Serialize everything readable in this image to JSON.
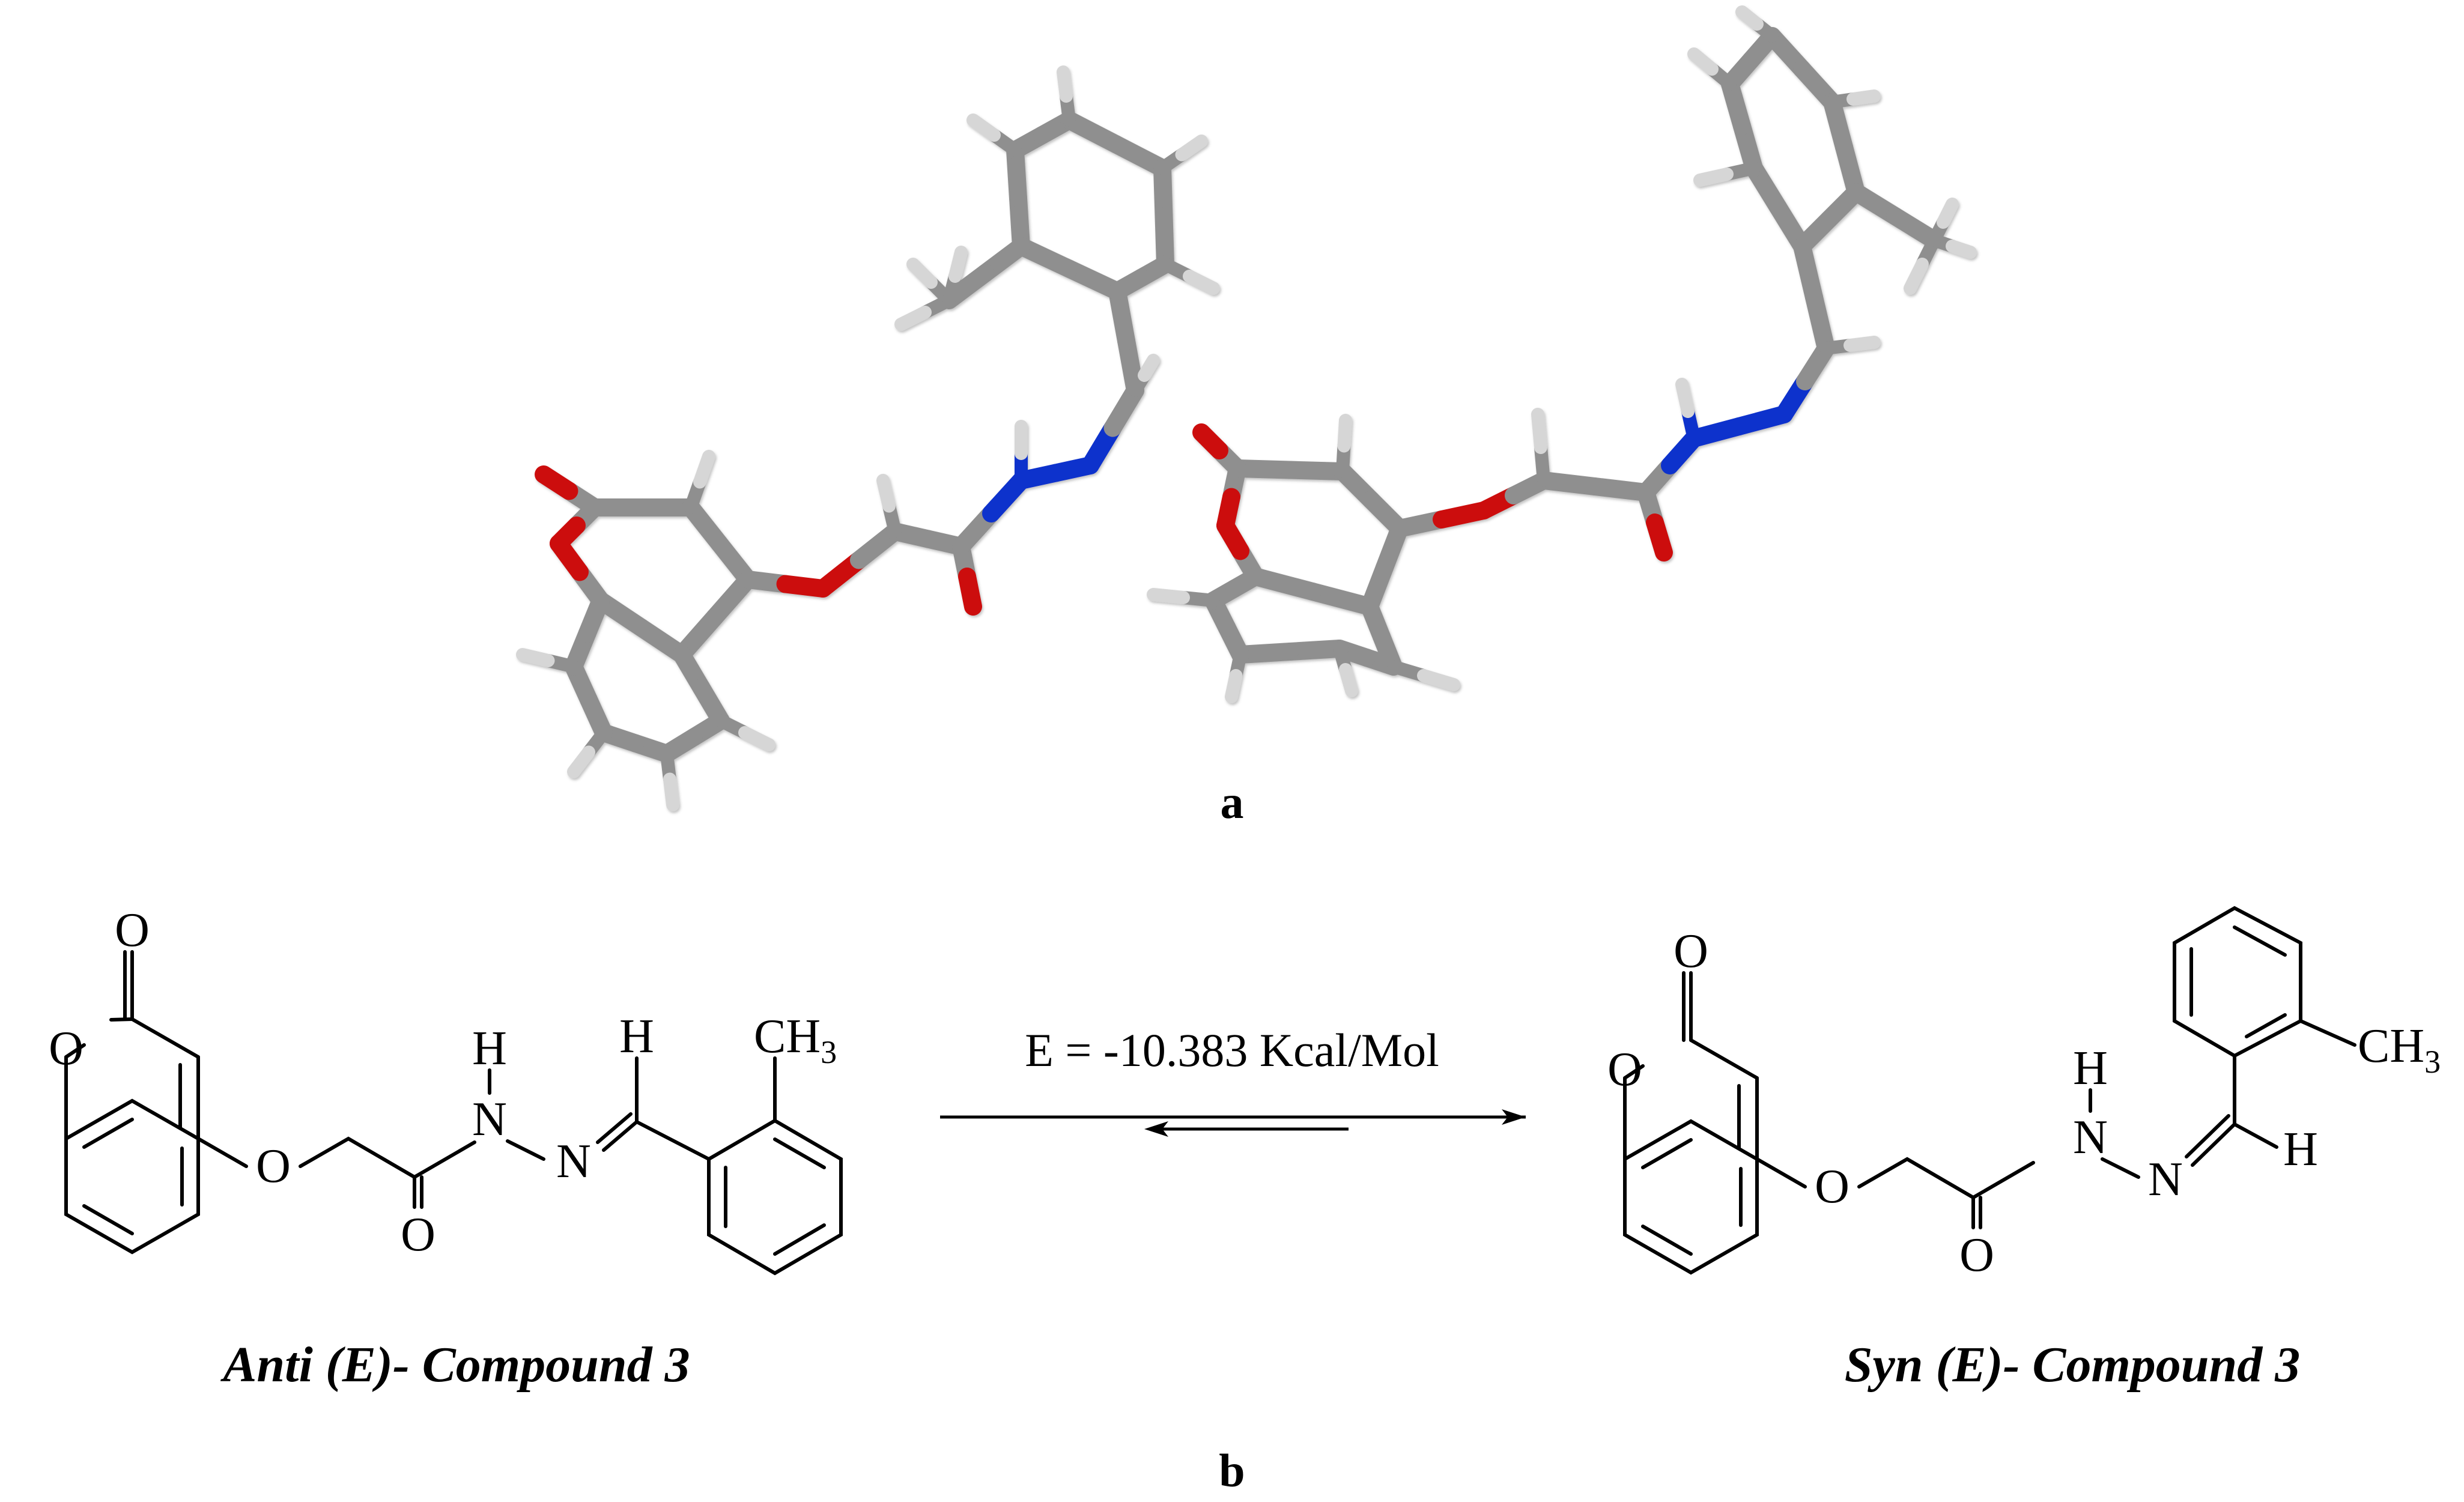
{
  "figure": {
    "panel_a_label": "a",
    "panel_b_label": "b",
    "energy_text": "E = -10.383 Kcal/Mol",
    "left_compound_name": "Anti (E)- Compound 3",
    "right_compound_name": "Syn (E)- Compound 3",
    "atoms": {
      "O": "O",
      "N": "N",
      "H": "H",
      "CH3_main": "CH",
      "CH3_sub": "3"
    }
  },
  "colors": {
    "carbon": "#8f8f8f",
    "hydrogen": "#d6d6d6",
    "oxygen": "#cc1111",
    "nitrogen": "#1133cc",
    "line": "#000000"
  }
}
